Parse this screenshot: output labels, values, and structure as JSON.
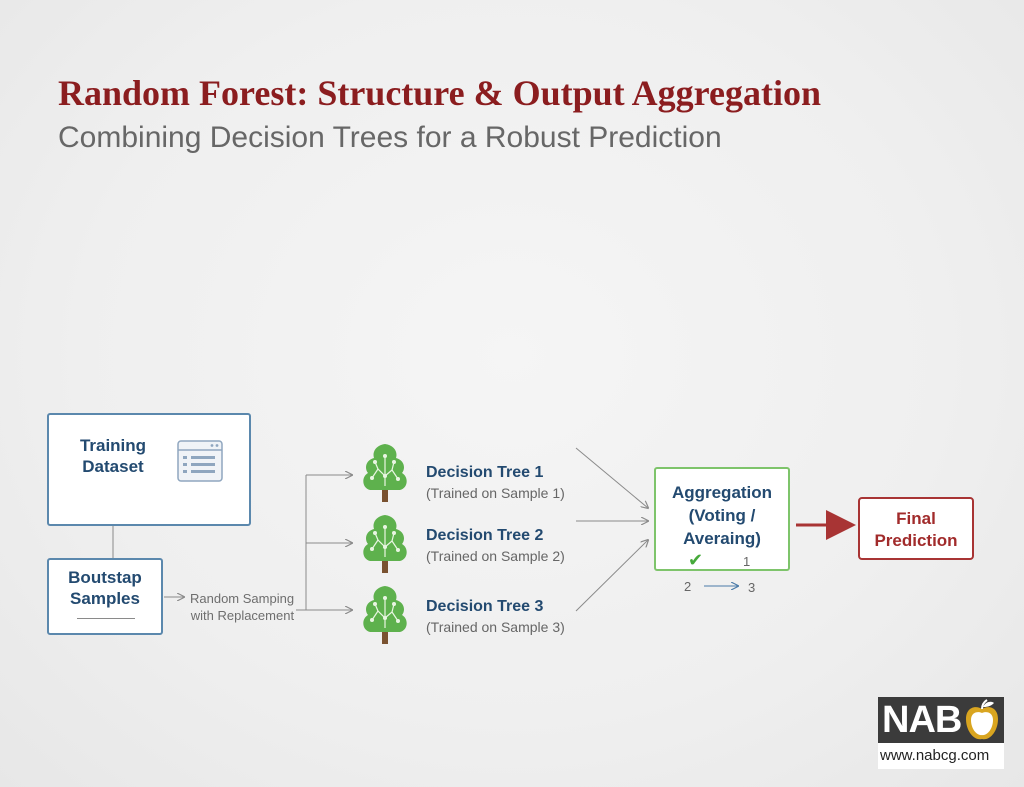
{
  "header": {
    "title": "Random Forest: Structure & Output Aggregation",
    "subtitle": "Combining Decision Trees for a Robust Prediction"
  },
  "training": {
    "label": "Training\nDataset",
    "icon": "table-icon"
  },
  "bootstrap": {
    "label": "Boutstap\nSamples"
  },
  "sampling": {
    "label": "Random Samping\nwith Replacement"
  },
  "trees": [
    {
      "name": "Decision Tree 1",
      "sub": "(Trained on Sample 1)"
    },
    {
      "name": "Decision Tree 2",
      "sub": "(Trained on Sample 2)"
    },
    {
      "name": "Decision Tree 3",
      "sub": "(Trained on Sample 3)"
    }
  ],
  "aggregation": {
    "label": "Aggregation\n(Voting /\nAveraing)",
    "row1_num": "1",
    "row2_from": "2",
    "row2_to": "3"
  },
  "final": {
    "label": "Final\nPrediction"
  },
  "logo": {
    "text": "NAB",
    "url": "www.nabcg.com"
  },
  "colors": {
    "title": "#8b1d1f",
    "box_blue": "#5b88ad",
    "tree_green": "#58b04a",
    "agg_green": "#7ec46b",
    "final_red": "#a83434"
  }
}
